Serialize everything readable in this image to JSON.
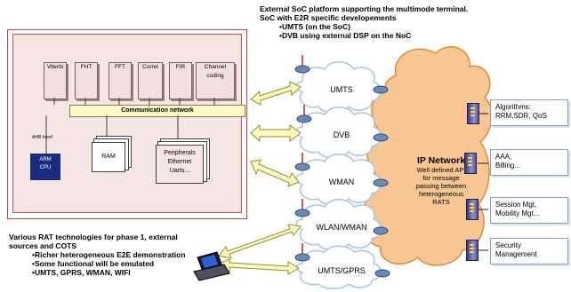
{
  "top_note": {
    "line1": "External SoC platform supporting the multimode terminal.",
    "line2": "SoC with E2R specific developements",
    "bullets": [
      "UMTS (on the SoC)",
      "DVB using external DSP on the NoC"
    ]
  },
  "bottom_note": {
    "line1": "Various RAT technologies for phase 1, external",
    "line2": "sources and COTS",
    "bullets": [
      "Richer heterogeneous E2E demonstration",
      "Some functional will be emulated",
      "UMTS, GPRS, WMAN, WIFI"
    ]
  },
  "soc": {
    "blocks": [
      "Viterbi",
      "FHT",
      "FFT",
      "Correl",
      "FIR",
      "Channel coding"
    ],
    "bus": "Communication network",
    "ahb": "AHB Interf",
    "arm": [
      "ARM",
      "CPU"
    ],
    "ram": "RAM",
    "peripherals": [
      "Peripherals",
      "Ethernet",
      "Uarts..."
    ]
  },
  "networks": [
    "UMTS",
    "DVB",
    "WMAN",
    "WLAN/WMAN",
    "UMTS/GPRS"
  ],
  "ip_network": {
    "title": "IP Network",
    "desc": [
      "Well defined API",
      "for message",
      "passing between",
      "heterogeneous",
      "RATS"
    ]
  },
  "services": [
    [
      "Algorithms:",
      "RRM,SDR, QoS"
    ],
    [
      "AAA,",
      "Billing..."
    ],
    [
      "Session Mgt,",
      "Mobility Mgt..."
    ],
    [
      "Security",
      "Management"
    ]
  ],
  "colors": {
    "cloud": "#f7c692",
    "cloud_edge": "#e08a3c",
    "arrow_fill": "#fff8c0",
    "router": "#6a8ab8",
    "soc_border": "#c04040"
  }
}
